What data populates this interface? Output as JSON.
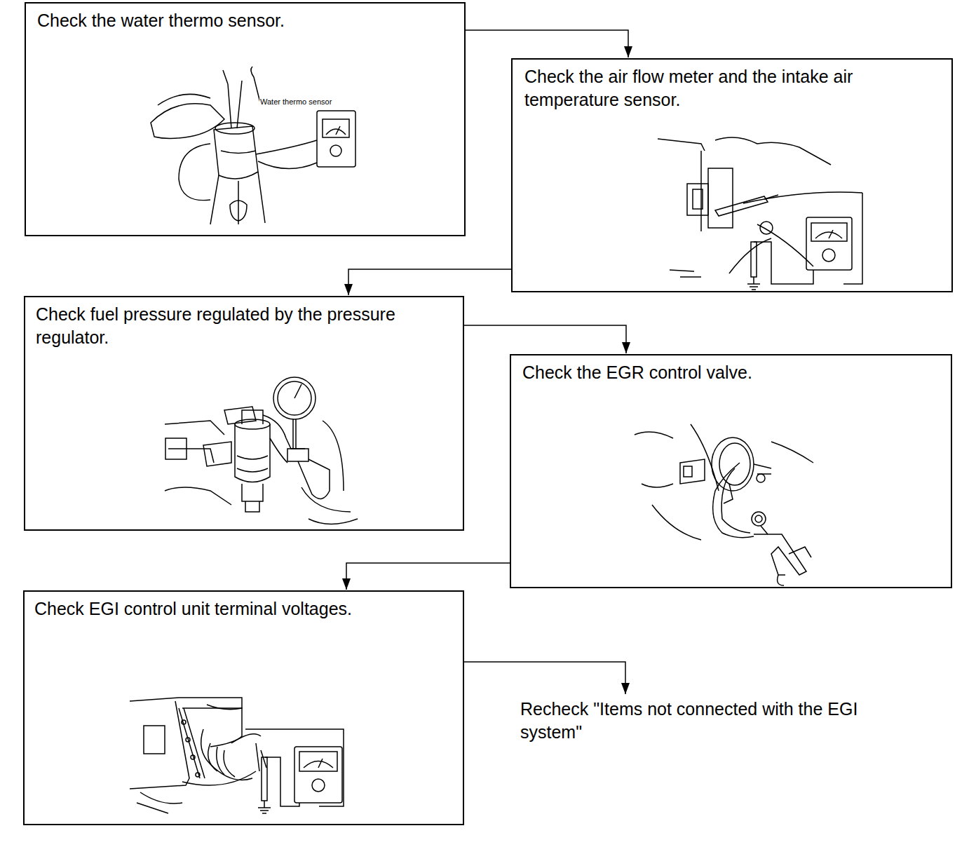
{
  "diagram": {
    "nodes": [
      {
        "text": [
          "Check the water thermo sensor."
        ]
      },
      {
        "text": [
          "Check the air flow meter and the intake air temperature sensor."
        ]
      },
      {
        "text": [
          "Check fuel pressure regulated by the pressure regulator."
        ]
      },
      {
        "text": [
          "Check the EGR control valve."
        ]
      },
      {
        "text": [
          "Check EGI control unit terminal voltages."
        ]
      },
      {
        "text": [
          "Recheck \"Items not connected with the EGI system\""
        ]
      }
    ],
    "edges": [
      {
        "from": 0,
        "to": 1,
        "arrow": "to"
      },
      {
        "from": 1,
        "to": 2,
        "arrow": "to"
      },
      {
        "from": 2,
        "to": 3,
        "arrow": "to"
      },
      {
        "from": 3,
        "to": 4,
        "arrow": "to"
      },
      {
        "from": 4,
        "to": 5,
        "arrow": "to"
      }
    ],
    "labels": [
      "Water thermo sensor"
    ]
  }
}
